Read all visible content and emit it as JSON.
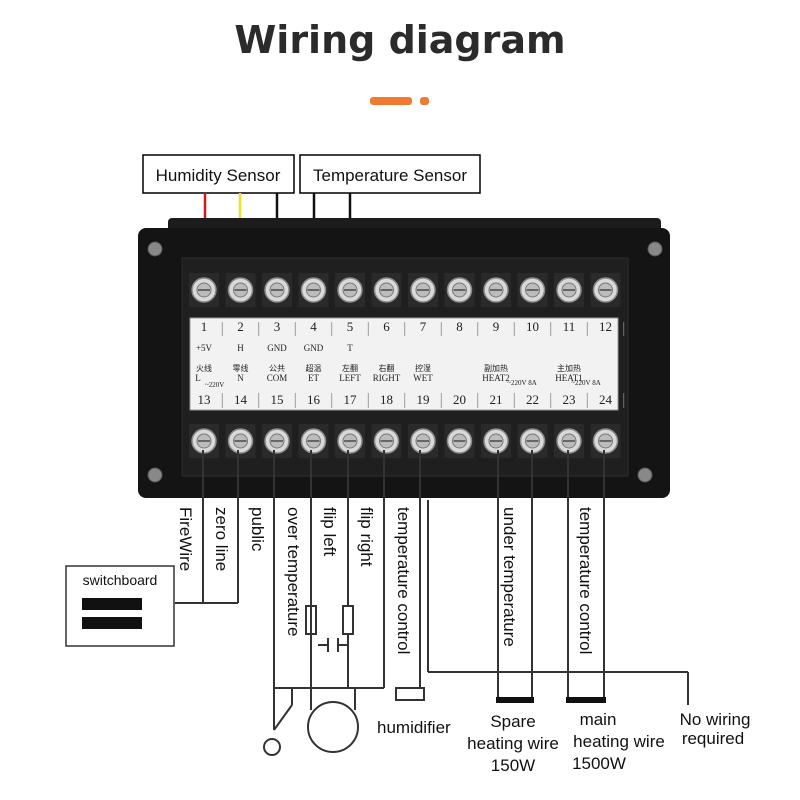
{
  "title": "Wiring diagram",
  "accent_color": "#f07a30",
  "sensors": {
    "humidity": "Humidity Sensor",
    "temperature": "Temperature Sensor"
  },
  "terminals": {
    "top": [
      {
        "num": "1",
        "sig": "+5V"
      },
      {
        "num": "2",
        "sig": "H"
      },
      {
        "num": "3",
        "sig": "GND"
      },
      {
        "num": "4",
        "sig": "GND"
      },
      {
        "num": "5",
        "sig": "T"
      },
      {
        "num": "6",
        "sig": ""
      },
      {
        "num": "7",
        "sig": ""
      },
      {
        "num": "8",
        "sig": ""
      },
      {
        "num": "9",
        "sig": ""
      },
      {
        "num": "10",
        "sig": ""
      },
      {
        "num": "11",
        "sig": ""
      },
      {
        "num": "12",
        "sig": ""
      }
    ],
    "bottom": [
      {
        "num": "13",
        "cn": "火线",
        "sig": "L"
      },
      {
        "num": "14",
        "cn": "零线",
        "sig": "N"
      },
      {
        "num": "15",
        "cn": "公共",
        "sig": "COM"
      },
      {
        "num": "16",
        "cn": "超温",
        "sig": "ET"
      },
      {
        "num": "17",
        "cn": "左翻",
        "sig": "LEFT"
      },
      {
        "num": "18",
        "cn": "右翻",
        "sig": "RIGHT"
      },
      {
        "num": "19",
        "cn": "控湿",
        "sig": "WET"
      },
      {
        "num": "20",
        "cn": "",
        "sig": ""
      },
      {
        "num": "21",
        "cn": "副加热",
        "sig": "HEAT2"
      },
      {
        "num": "22",
        "cn": "",
        "sig": ""
      },
      {
        "num": "23",
        "cn": "主加热",
        "sig": "HEAT1"
      },
      {
        "num": "24",
        "cn": "",
        "sig": ""
      }
    ],
    "voltage_ln": "~220V",
    "voltage_heat2": "~220V 8A",
    "voltage_heat1": "~220V 8A"
  },
  "wire_labels": [
    "FireWire",
    "zero line",
    "public",
    "over temperature",
    "flip left",
    "flip right",
    "temperature control",
    "under temperature",
    "temperature control"
  ],
  "switchboard": "switchboard",
  "humidifier": "humidifier",
  "spare_heater": [
    "Spare",
    "heating wire",
    "150W"
  ],
  "main_heater": [
    "main",
    "heating wire",
    "1500W"
  ],
  "no_wiring": [
    "No wiring",
    "required"
  ]
}
